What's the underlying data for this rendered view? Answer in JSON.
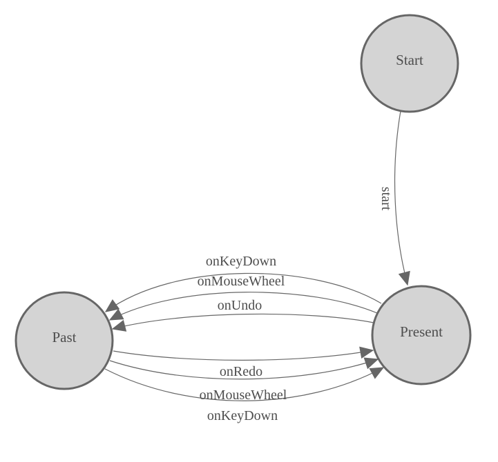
{
  "diagram": {
    "type": "state-machine",
    "background_color": "#ffffff",
    "colors": {
      "node_fill": "#d4d4d4",
      "node_stroke": "#666666",
      "edge_color": "#666666",
      "label_color": "#4d4d4d"
    },
    "nodes": [
      {
        "id": "start",
        "label": "Start"
      },
      {
        "id": "past",
        "label": "Past"
      },
      {
        "id": "present",
        "label": "Present"
      }
    ],
    "edges": [
      {
        "id": "start-to-present",
        "from": "Start",
        "to": "Present",
        "label": "start"
      },
      {
        "id": "present-to-past-keydown",
        "from": "Present",
        "to": "Past",
        "label": "onKeyDown"
      },
      {
        "id": "present-to-past-mousewheel",
        "from": "Present",
        "to": "Past",
        "label": "onMouseWheel"
      },
      {
        "id": "present-to-past-undo",
        "from": "Present",
        "to": "Past",
        "label": "onUndo"
      },
      {
        "id": "past-to-present-redo",
        "from": "Past",
        "to": "Present",
        "label": "onRedo"
      },
      {
        "id": "past-to-present-mousewheel",
        "from": "Past",
        "to": "Present",
        "label": "onMouseWheel"
      },
      {
        "id": "past-to-present-keydown",
        "from": "Past",
        "to": "Present",
        "label": "onKeyDown"
      }
    ]
  }
}
